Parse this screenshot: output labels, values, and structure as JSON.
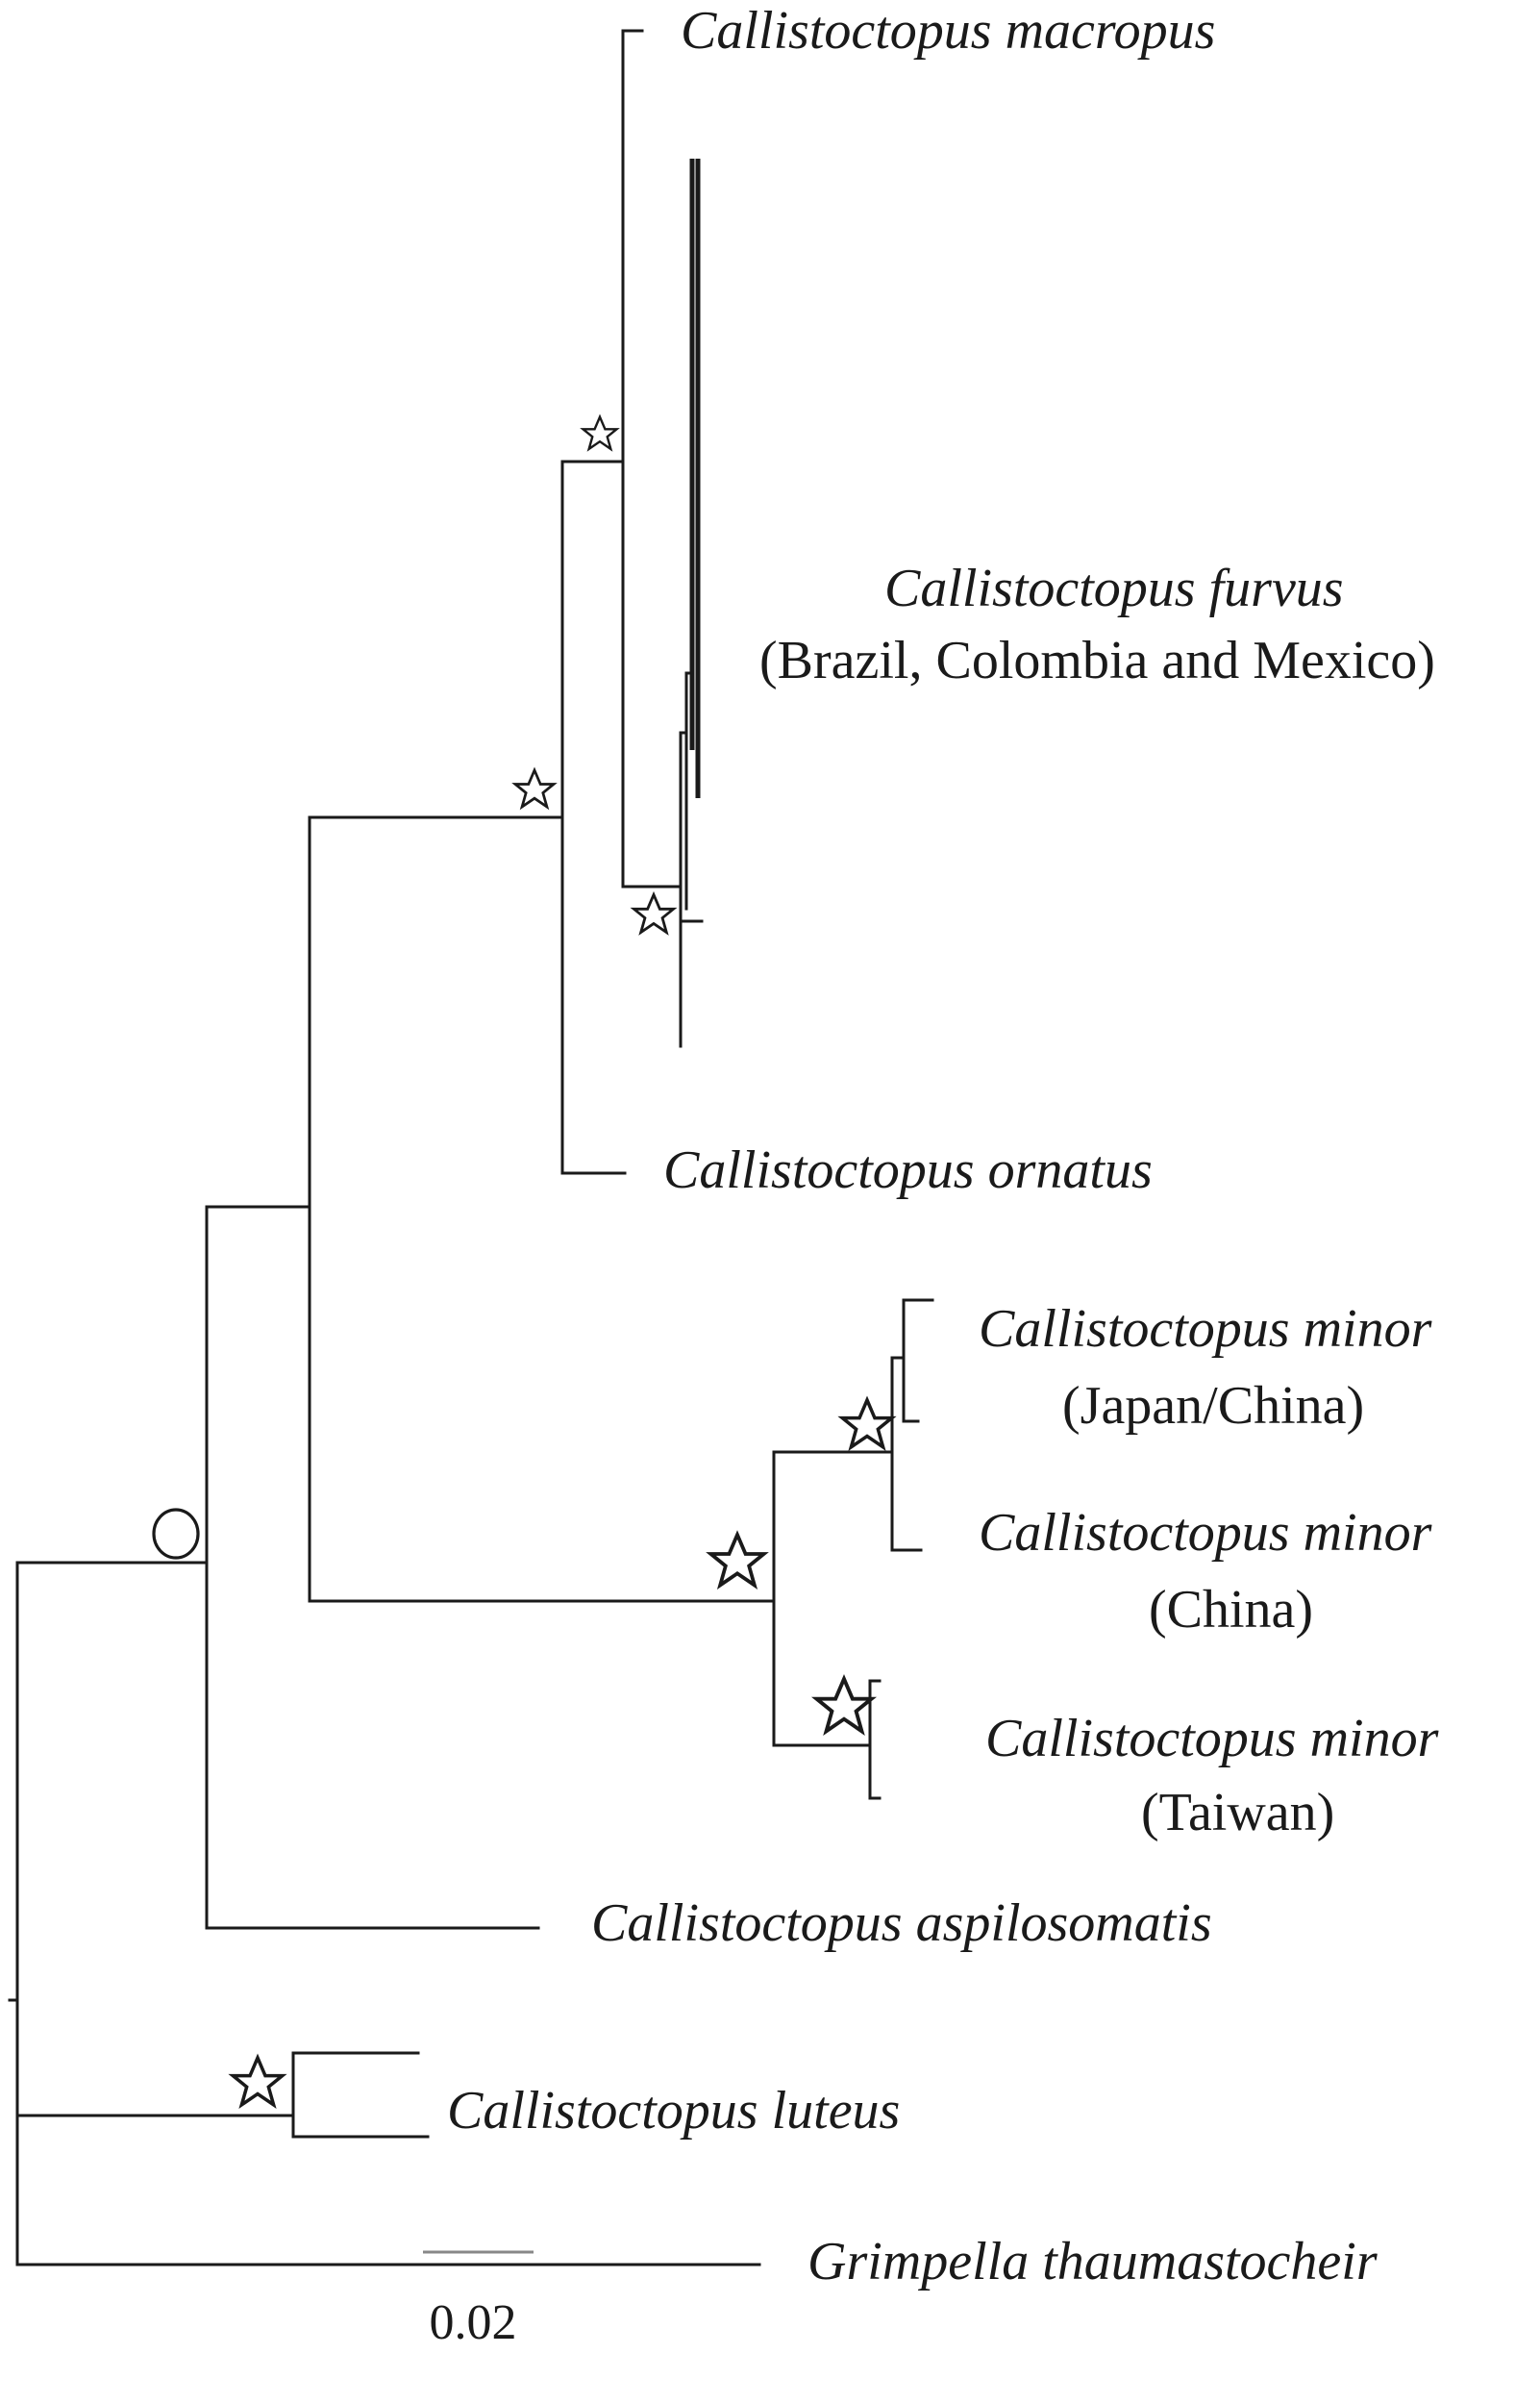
{
  "taxa": {
    "macropus": "Callistoctopus macropus",
    "furvus": "Callistoctopus furvus",
    "furvus_locality": "(Brazil,  Colombia and Mexico)",
    "ornatus": "Callistoctopus ornatus",
    "minor_japan": "Callistoctopus minor",
    "minor_japan_locality": "(Japan/China)",
    "minor_china": "Callistoctopus minor",
    "minor_china_locality": "(China)",
    "minor_taiwan": "Callistoctopus minor",
    "minor_taiwan_locality": "(Taiwan)",
    "aspilosomatis": "Callistoctopus aspilosomatis",
    "luteus": "Callistoctopus luteus",
    "grimpella": "Grimpella thaumastocheir"
  },
  "scale_bar": {
    "label": "0.02"
  },
  "markers": {
    "star": "star-icon",
    "circle": "circle-icon"
  },
  "colors": {
    "lines": "#1a1a1a",
    "scale_bar": "#888888"
  }
}
